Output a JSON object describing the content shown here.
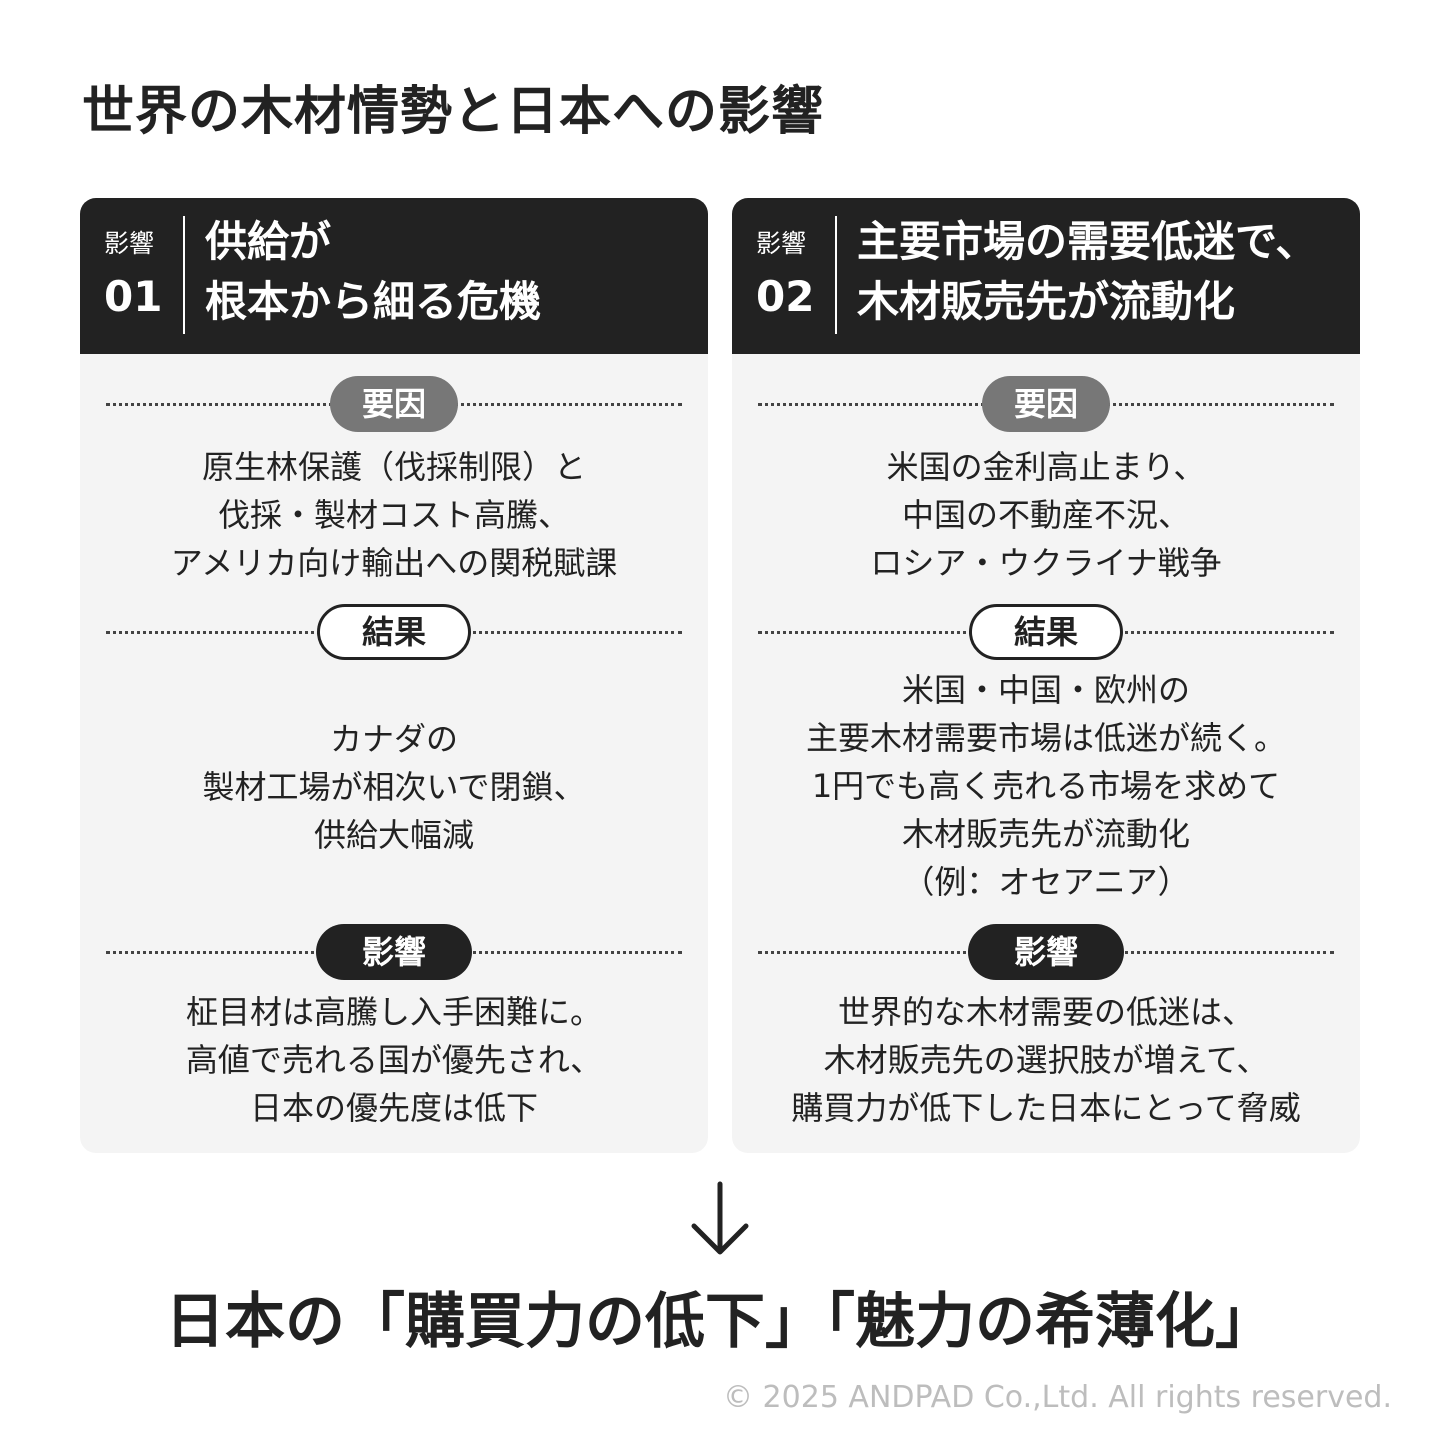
{
  "title": "世界の木材情勢と日本への影響",
  "cards": [
    {
      "label": "影響",
      "num": "01",
      "title": [
        "供給が",
        "根本から細る危機"
      ],
      "cause_label": "要因",
      "cause": [
        "原生林保護（伐採制限）と",
        "伐採・製材コスト高騰、",
        "アメリカ向け輸出への関税賦課"
      ],
      "result_label": "結果",
      "result": [
        "カナダの",
        "製材工場が相次いで閉鎖、",
        "供給大幅減"
      ],
      "impact_label": "影響",
      "impact": [
        "柾目材は高騰し入手困難に。",
        "高値で売れる国が優先され、",
        "日本の優先度は低下"
      ]
    },
    {
      "label": "影響",
      "num": "02",
      "title": [
        "主要市場の需要低迷で、",
        "木材販売先が流動化"
      ],
      "cause_label": "要因",
      "cause": [
        "米国の金利高止まり、",
        "中国の不動産不況、",
        "ロシア・ウクライナ戦争"
      ],
      "result_label": "結果",
      "result": [
        "米国・中国・欧州の",
        "主要木材需要市場は低迷が続く。",
        "1円でも高く売れる市場を求めて",
        "木材販売先が流動化",
        "（例：オセアニア）"
      ],
      "impact_label": "影響",
      "impact": [
        "世界的な木材需要の低迷は、",
        "木材販売先の選択肢が増えて、",
        "購買力が低下した日本にとって脅威"
      ]
    }
  ],
  "conclusion": "日本の「購買力の低下」「魅力の希薄化」",
  "copyright": "© 2025 ANDPAD Co.,Ltd. All rights reserved."
}
